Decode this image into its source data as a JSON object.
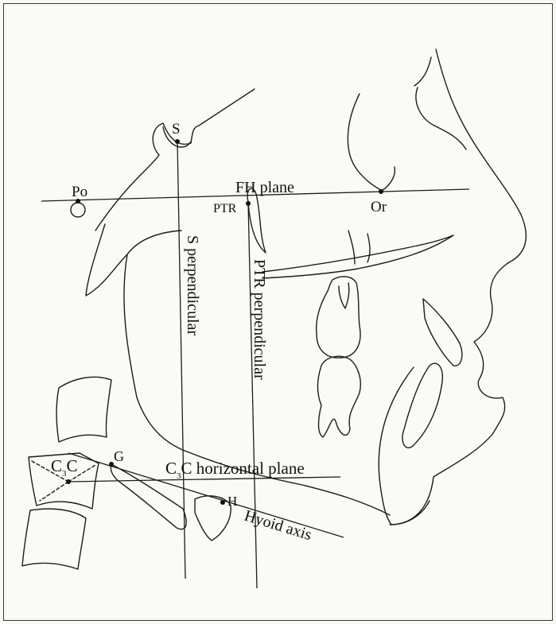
{
  "landmarks": {
    "s": "S",
    "po": "Po",
    "or": "Or",
    "ptr": "PTR",
    "g": "G",
    "h": "H",
    "c3c_main": "C",
    "c3c_sub": "3",
    "c3c_tail": "C"
  },
  "planes": {
    "fh": "FH plane",
    "s_perp": "S perpendicular",
    "ptr_perp": "PTR perpendicular",
    "c3c_horiz_main": "C",
    "c3c_horiz_sub": "3",
    "c3c_horiz_tail": "C horizontal plane",
    "hyoid_axis": "Hyoid axis"
  },
  "colors": {
    "ink": "#1c1c1c",
    "paper": "#fafaf8"
  }
}
